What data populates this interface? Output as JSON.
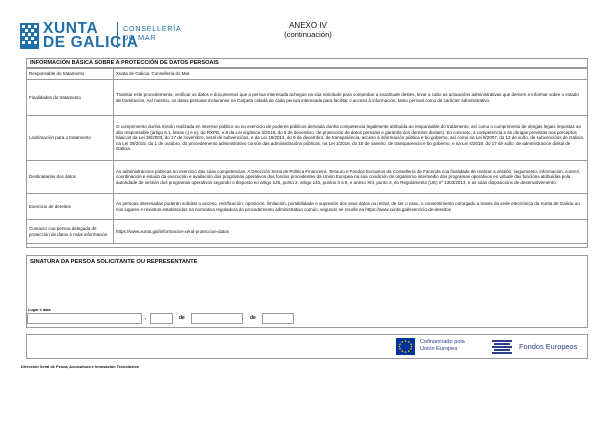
{
  "header": {
    "brand_line1": "XUNTA",
    "brand_line2": "DE GALICIA",
    "dept_line1": "CONSELLERÍA",
    "dept_line2": "DO MAR",
    "annex_title": "ANEXO IV",
    "annex_subtitle": "(continuación)"
  },
  "info": {
    "section_title": "INFORMACIÓN BÁSICA SOBRE A PROTECCIÓN DE DATOS PERSOAIS",
    "rows": [
      {
        "label": "Responsable do tratamento",
        "value": "Xunta de Galicia. Consellería do Mar."
      },
      {
        "label": "Finalidades do tratamento",
        "value": "Tramitar este procedemento, verificar os datos e documentos que a persoa interesada achegue na súa solicitude para comprobar a exactitude destes, levar a cabo as actuacións administrativas que deriven e informar sobre o estado de tramitación. Así mesmo, os datos persoais incluiranse na Carpeta cidadá de cada persoa interesada para facilitar o acceso á información, tanto persoal como de carácter administrativo."
      },
      {
        "label": "Lexitimación para o tratamento",
        "value": "O cumprimento dunha misión realizada en interese público ou no exercicio de poderes públicos derivada dunha competencia legalmente atribuída ao responsable do tratamento, así como o cumprimento de obrigas legais impostas ao dito responsable (artigo 6.1, letras c) e e), do RXPD, e 8 da Lei orgánica 3/2018, do 5 de decembro, de protección de datos persoais e garantía dos dereitos dixitais). En concreto, a competencia e as obrigas previstas nos preceptos básicos da Lei 38/2003, do 17 de novembro, xeral de subvencións, e da Lei 19/2013, do 9 de decembro, de transparencia, acceso á información pública e bo goberno, así como na Lei 9/2007, do 13 de xuño, de subvencións de Galicia, na Lei 39/2015, do 1 de outubro, do procedemento administrativo común das administracións públicas, na Lei 1/2016, do 18 de xaneiro, de transparencia e bo goberno, e na Lei 4/2019, do 17 de xullo, de administración dixital de Galicia."
      },
      {
        "label": "Destinatarias dos datos",
        "value": "As administracións públicas no exercicio das súas competencias. A Dirección Xeral de Política Financeira, Tesouro e Fondos Europeos da Consellería de Facenda coa finalidade de realizar a xestión, seguimento, información, control, coordinación e estudo da execución e avaliación dos programas operativos dos fondos procedentes da Unión Europea na súa condición de organismo intermedio dos programas operativos en virtude das funcións atribuídas pola autoridade de xestión dos programas operativos segundo o disposto no artigo 125, punto 2, artigo 140, puntos 3 a 5, e anexo XIII, punto 3, do Regulamento (UE) nº 1303/2013, e as súas disposicións de desenvolvemento."
      },
      {
        "label": "Exercicio de dereitos",
        "value": "As persoas interesadas poderán solicitar o acceso, rectificación, oposición, limitación, portabilidade e supresión dos seus datos ou retirar, de ser o caso, o consentimento outorgado a través da sede electrónica da Xunta de Galicia ou nos lugares e rexistros establecidos na normativa reguladora do procedemento administrativo común, segundo se recolle en https://www.xunta.gal/exercicio-de-dereitos"
      },
      {
        "label": "Contacto coa persoa delegada de protección de datos e máis información",
        "value": "https://www.xunta.gal/informacion-xeral-proteccion-datos"
      }
    ]
  },
  "signature": {
    "title": "SINATURA DA PERSOA SOLICITANTE OU REPRESENTANTE",
    "place_date_label": "Lugar e data",
    "comma": ",",
    "de1": "de",
    "de2": "de",
    "place_value": "",
    "day_value": "",
    "month_value": "",
    "year_value": ""
  },
  "funding": {
    "cofinanced_line1": "Cofinanciado pola",
    "cofinanced_line2": "Unión Europea",
    "funds_label": "Fondos Europeos"
  },
  "footer": {
    "text": "Dirección Xeral de Pesca, Acuicultura e Innovación Tecnolóxica"
  },
  "colors": {
    "brand_blue": "#1f6fa8",
    "eu_blue": "#003399",
    "eu_yellow": "#ffcc00"
  }
}
